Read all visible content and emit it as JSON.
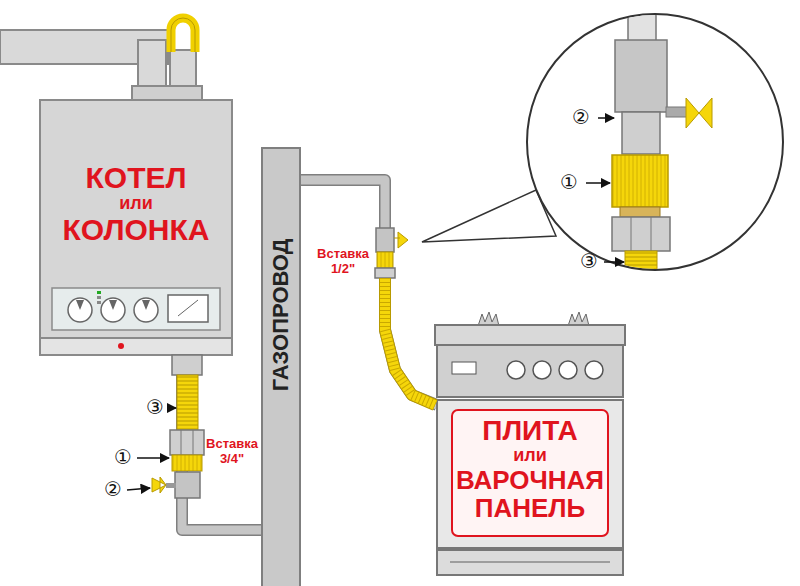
{
  "diagram": {
    "nodes": [
      {
        "text": [
          "КОТЕЛ",
          "или",
          "КОЛОНКА"
        ]
      },
      {
        "text": [
          "ГАЗОПРОВОД"
        ]
      },
      {
        "text": [
          "ПЛИТА",
          "или",
          "ВАРОЧНАЯ ПАНЕЛЬ"
        ]
      }
    ],
    "edges": [
      {
        "from": 1,
        "to": 0,
        "arrow": "none"
      },
      {
        "from": 1,
        "to": 2,
        "arrow": "none"
      }
    ],
    "labels": [
      "②",
      "①",
      "③",
      "Вставка 1/2\"",
      "③",
      "①",
      "Вставка 3/4\"",
      "②"
    ]
  }
}
